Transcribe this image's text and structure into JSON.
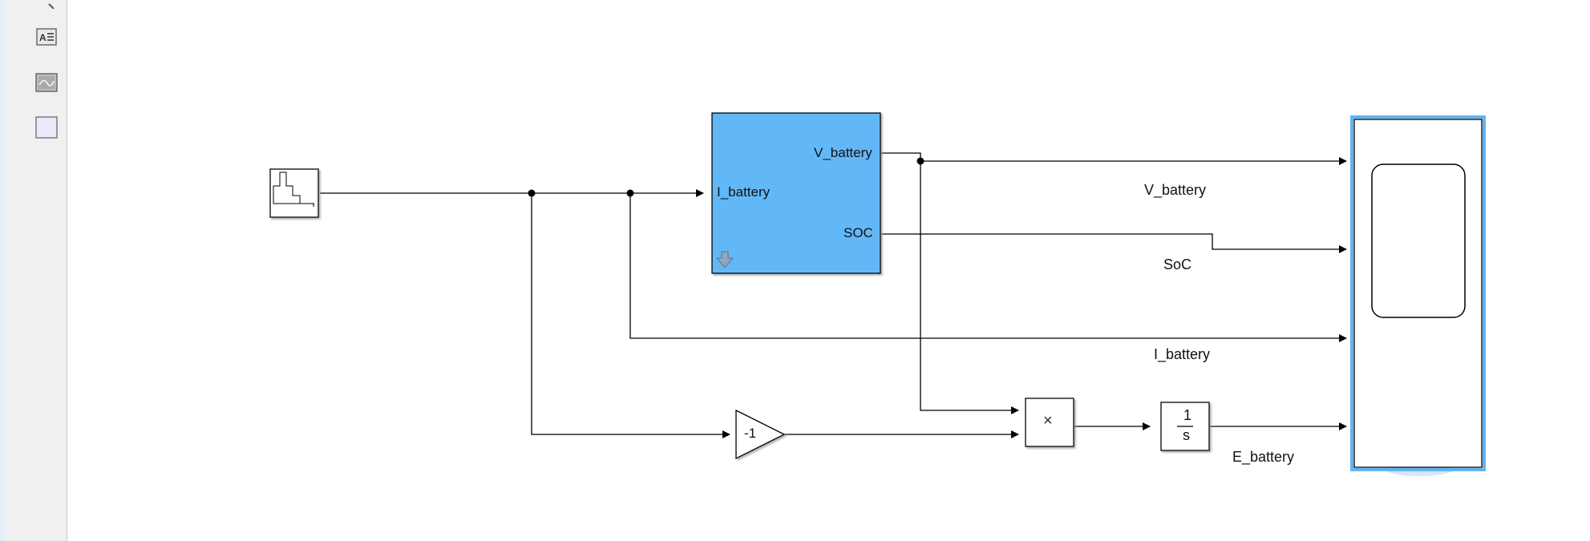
{
  "palette": {
    "tools": [
      {
        "icon": "annotation-icon"
      },
      {
        "icon": "image-icon"
      },
      {
        "icon": "area-icon"
      }
    ]
  },
  "model": {
    "battery_block": {
      "input_port": "I_battery",
      "output_ports": [
        "V_battery",
        "SOC"
      ]
    },
    "gain_block": {
      "value": "-1"
    },
    "product_block": {
      "symbol": "×"
    },
    "integrator_block": {
      "numerator": "1",
      "denominator": "s"
    },
    "signal_labels": {
      "v_battery": "V_battery",
      "soc": "SoC",
      "i_battery": "I_battery",
      "e_battery": "E_battery"
    },
    "colors": {
      "subsystem_fill": "#62b8f7",
      "selection": "#62b4f0",
      "line": "#000000"
    }
  }
}
